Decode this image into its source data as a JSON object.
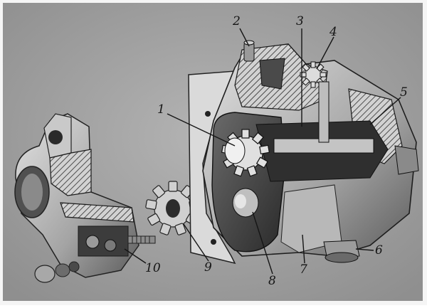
{
  "figure": {
    "description_shown": "",
    "callouts": [
      {
        "id": "1",
        "text": "1"
      },
      {
        "id": "2",
        "text": "2"
      },
      {
        "id": "3",
        "text": "3"
      },
      {
        "id": "4",
        "text": "4"
      },
      {
        "id": "5",
        "text": "5"
      },
      {
        "id": "6",
        "text": "6"
      },
      {
        "id": "7",
        "text": "7"
      },
      {
        "id": "8",
        "text": "8"
      },
      {
        "id": "9",
        "text": "9"
      },
      {
        "id": "10",
        "text": "10"
      }
    ]
  },
  "colors": {
    "background": "#a9a9a9",
    "metal_light": "#d6d6d6",
    "metal_dark": "#3a3a3a",
    "section_hatch": "#1e1e1e",
    "label_ink": "#151515"
  }
}
